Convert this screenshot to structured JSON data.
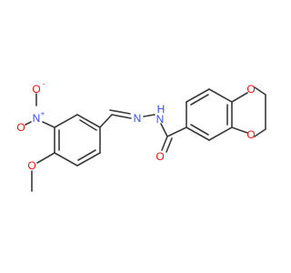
{
  "molecule": {
    "atoms": {
      "nitro_n": "N",
      "nitro_o_top": "O",
      "nitro_o_left": "O",
      "nitro_plus": "+",
      "nitro_minus": "-",
      "methoxy_o": "O",
      "hydrazone_n1": "N",
      "hydrazone_n2": "N",
      "hydrazone_h": "H",
      "carbonyl_o": "O",
      "dioxane_o_top": "O",
      "dioxane_o_bottom": "O"
    },
    "colors": {
      "bond": "#3a3a3a",
      "oxygen": "#ff0d0d",
      "nitrogen": "#3050f8"
    }
  }
}
